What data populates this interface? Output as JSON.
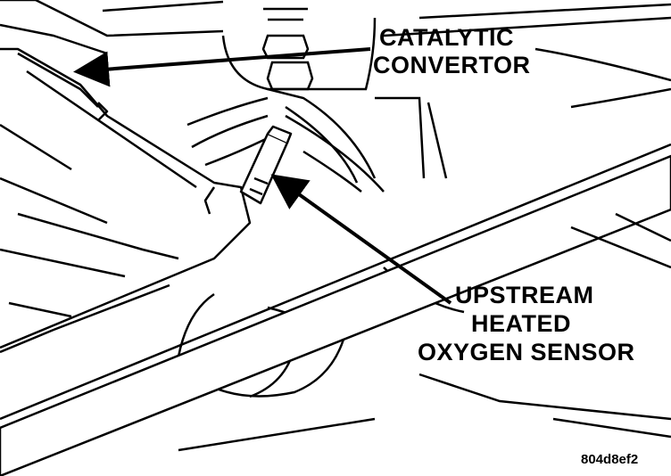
{
  "callouts": {
    "catalytic_line1": "CATALYTIC",
    "catalytic_line2": "CONVERTOR",
    "sensor_line1": "UPSTREAM",
    "sensor_line2": "HEATED",
    "sensor_line3": "OXYGEN SENSOR"
  },
  "figure_id": "804d8ef2",
  "colors": {
    "ink": "#000000",
    "paper": "#ffffff"
  }
}
